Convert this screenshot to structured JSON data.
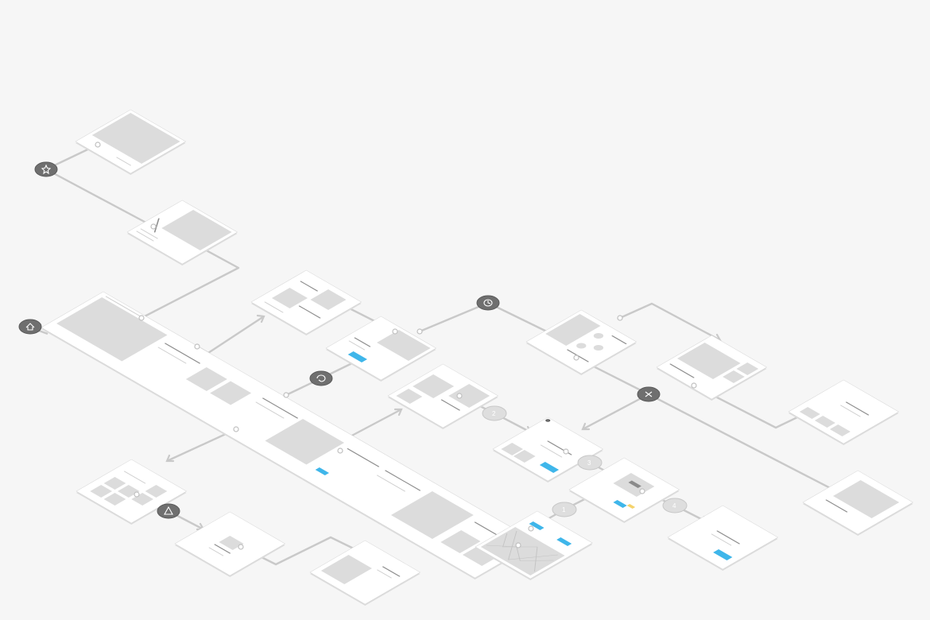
{
  "diagram": {
    "kind": "isometric-wireframe-user-flow",
    "colors": {
      "background": "#f6f6f6",
      "screen": "#ffffff",
      "placeholder": "#dcdcdc",
      "connector": "#c9c9c9",
      "accent_button": "#3fb6ea",
      "accent_yellow": "#f5d36b",
      "badge_dark": "#6f6f6f",
      "badge_light": "#dedede"
    },
    "nodes": [
      {
        "id": "top-hero-screen",
        "content": "hero-image"
      },
      {
        "id": "list-header-screen",
        "content": "hero-image-list"
      },
      {
        "id": "main-homepage-screen",
        "content": "long-scrolling-homepage"
      },
      {
        "id": "gallery-grid-screen",
        "content": "two-image-grid"
      },
      {
        "id": "signup-modal-screen",
        "content": "form-with-button"
      },
      {
        "id": "profile-grid-screen",
        "content": "avatar-grid"
      },
      {
        "id": "article-detail-screen",
        "content": "image-with-sidebar"
      },
      {
        "id": "cloud-gallery-screen",
        "content": "image-grid"
      },
      {
        "id": "checkout-step-screen",
        "content": "form-with-button"
      },
      {
        "id": "card-highlight-screen",
        "content": "highlight-card"
      },
      {
        "id": "confirmation-screen",
        "content": "text-with-button"
      },
      {
        "id": "text-blocks-screen",
        "content": "text-blocks"
      },
      {
        "id": "image-detail-screen",
        "content": "image-with-text"
      },
      {
        "id": "small-grid-screen",
        "content": "icon-grid"
      },
      {
        "id": "content-card-screen",
        "content": "image-with-text"
      },
      {
        "id": "final-image-screen",
        "content": "image-placeholder"
      }
    ],
    "badges": [
      {
        "id": "badge-star",
        "style": "dark",
        "icon": "star-icon",
        "number": ""
      },
      {
        "id": "badge-home",
        "style": "dark",
        "icon": "home-icon",
        "number": ""
      },
      {
        "id": "badge-refresh",
        "style": "dark",
        "icon": "refresh-icon",
        "number": ""
      },
      {
        "id": "badge-clock",
        "style": "dark",
        "icon": "clock-icon",
        "number": ""
      },
      {
        "id": "badge-close",
        "style": "dark",
        "icon": "close-icon",
        "number": ""
      },
      {
        "id": "badge-alert",
        "style": "dark",
        "icon": "warning-icon",
        "number": ""
      },
      {
        "id": "badge-step-2",
        "style": "light",
        "icon": "number-icon",
        "number": "2"
      },
      {
        "id": "badge-step-3",
        "style": "light",
        "icon": "number-icon",
        "number": "3"
      },
      {
        "id": "badge-step-4",
        "style": "light",
        "icon": "number-icon",
        "number": "4"
      },
      {
        "id": "badge-step-1",
        "style": "light",
        "icon": "number-icon",
        "number": "1"
      }
    ]
  }
}
